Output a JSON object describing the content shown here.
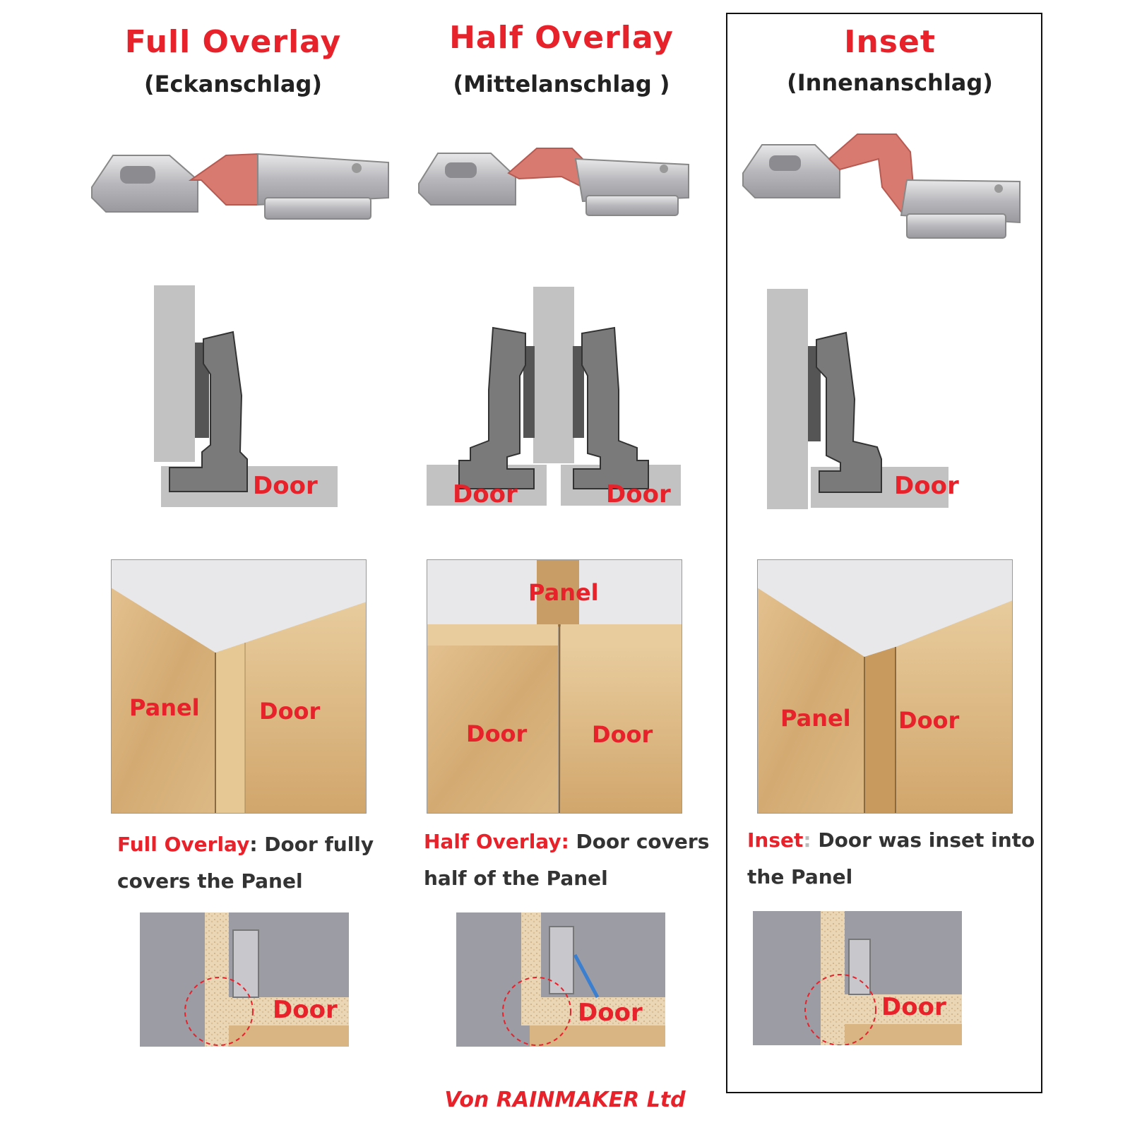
{
  "columns": [
    {
      "title": "Full Overlay",
      "subtitle": "(Eckanschlag)",
      "diagram_labels": [
        "Door"
      ],
      "photo_labels": [
        "Panel",
        "Door"
      ],
      "caption_highlight": "Full Overlay",
      "caption_separator": ":",
      "caption_line1": " Door fully",
      "caption_line2": "covers the Panel",
      "mini_label": "Door"
    },
    {
      "title": "Half Overlay",
      "subtitle": "(Mittelanschlag )",
      "diagram_labels": [
        "Door",
        "Door"
      ],
      "photo_labels": [
        "Panel",
        "Door",
        "Door"
      ],
      "caption_highlight": "Half Overlay",
      "caption_separator": ":",
      "caption_line1": " Door covers",
      "caption_line2": "half of the Panel",
      "mini_label": "Door"
    },
    {
      "title": "Inset",
      "subtitle": "(Innenanschlag)",
      "diagram_labels": [
        "Door"
      ],
      "photo_labels": [
        "Panel",
        "Door"
      ],
      "caption_highlight": "Inset",
      "caption_separator": ":",
      "caption_line1": " Door was inset into",
      "caption_line2": "the Panel",
      "mini_label": "Door"
    }
  ],
  "credit": "Von RAINMAKER Ltd",
  "colors": {
    "accent_red": "#e8222b",
    "hinge_metal": "#c9c9cc",
    "hinge_highlight": "#d97a70",
    "panel_gray": "#c2c2c2",
    "hinge_dark": "#6e6e6e",
    "wood": "#d9b583"
  }
}
